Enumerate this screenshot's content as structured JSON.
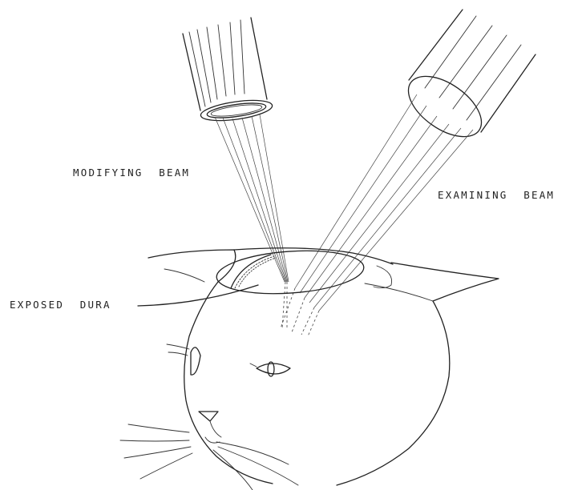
{
  "labels": {
    "modifying_beam": "MODIFYING BEAM",
    "examining_beam": "EXAMINING BEAM",
    "exposed_dura": "EXPOSED DURA"
  },
  "colors": {
    "ink": "#222222",
    "background": "#ffffff"
  }
}
